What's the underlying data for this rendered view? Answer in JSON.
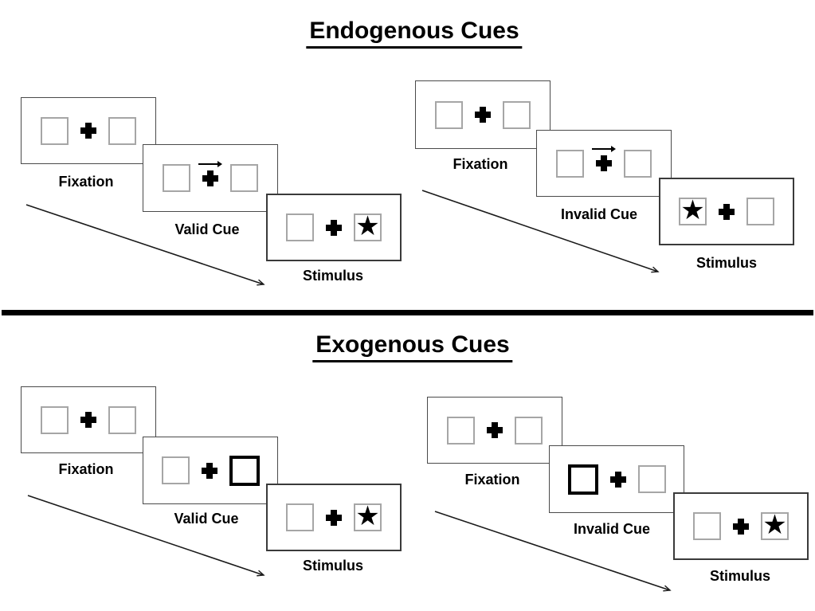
{
  "titles": {
    "endogenous": "Endogenous Cues",
    "exogenous": "Exogenous Cues"
  },
  "glyphs": {
    "star": "★"
  },
  "sections": [
    {
      "name": "endogenous-valid",
      "fixation_label": "Fixation",
      "cue_label": "Valid Cue",
      "stimulus_label": "Stimulus",
      "cue_type": "arrow-right",
      "stimulus_side": "right"
    },
    {
      "name": "endogenous-invalid",
      "fixation_label": "Fixation",
      "cue_label": "Invalid Cue",
      "stimulus_label": "Stimulus",
      "cue_type": "arrow-right",
      "stimulus_side": "left"
    },
    {
      "name": "exogenous-valid",
      "fixation_label": "Fixation",
      "cue_label": "Valid Cue",
      "stimulus_label": "Stimulus",
      "cue_type": "box-right",
      "stimulus_side": "right"
    },
    {
      "name": "exogenous-invalid",
      "fixation_label": "Fixation",
      "cue_label": "Invalid Cue",
      "stimulus_label": "Stimulus",
      "cue_type": "box-left",
      "stimulus_side": "right"
    }
  ],
  "colors": {
    "ink": "#000000",
    "card_border": "#4a4a4a",
    "square_border": "#a6a6a6",
    "background": "#ffffff"
  }
}
